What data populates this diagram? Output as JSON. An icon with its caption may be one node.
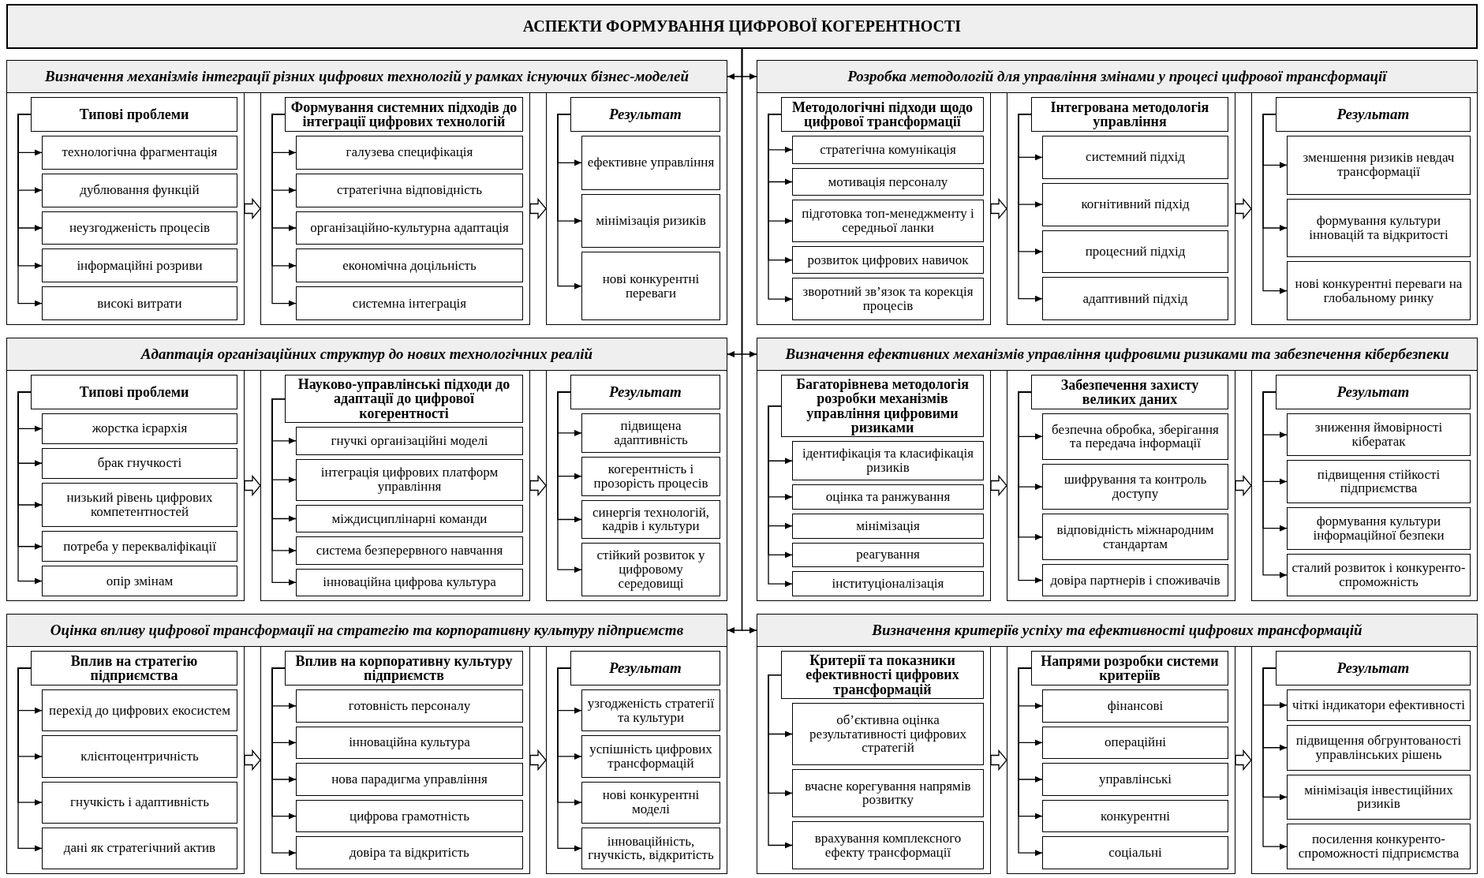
{
  "diagram": {
    "nodes": [
      {
        "text": [
          "АСПЕКТИ ФОРМУВАННЯ ЦИФРОВОЇ КОГЕРЕНТНОСТІ"
        ]
      },
      {
        "text": [
          "Визначення механізмів інтеграції різних цифрових технологій у рамках існуючих бізнес-моделей"
        ]
      },
      {
        "text": [],
        "shape": "box"
      },
      {
        "text": [
          "Типові проблеми"
        ],
        "in": 2
      },
      {
        "text": [
          "технологічна фрагментація"
        ],
        "in": 2
      },
      {
        "text": [
          "дублювання функцій"
        ],
        "in": 2
      },
      {
        "text": [
          "неузгодженість процесів"
        ],
        "in": 2
      },
      {
        "text": [
          "інформаційні розриви"
        ],
        "in": 2
      },
      {
        "text": [
          "високі витрати"
        ],
        "in": 2
      },
      {
        "text": [],
        "shape": "box"
      },
      {
        "text": [
          "Формування системних підходів до інтеграції цифрових технологій"
        ],
        "in": 9
      },
      {
        "text": [
          "галузева специфікація"
        ],
        "in": 9
      },
      {
        "text": [
          "стратегічна відповідність"
        ],
        "in": 9
      },
      {
        "text": [
          "організаційно-культурна адаптація"
        ],
        "in": 9
      },
      {
        "text": [
          "економічна доцільність"
        ],
        "in": 9
      },
      {
        "text": [
          "системна інтеграція"
        ],
        "in": 9
      },
      {
        "text": [],
        "shape": "box"
      },
      {
        "text": [
          "Результат"
        ],
        "in": 16
      },
      {
        "text": [
          "ефективне управління"
        ],
        "in": 16
      },
      {
        "text": [
          "мінімізація ризиків"
        ],
        "in": 16
      },
      {
        "text": [
          "нові конкурентні переваги"
        ],
        "in": 16
      },
      {
        "text": [
          "Розробка методологій для управління змінами у процесі цифрової трансформації"
        ]
      },
      {
        "text": [],
        "shape": "box"
      },
      {
        "text": [
          "Методологічні підходи щодо цифрової трансформації"
        ],
        "in": 22
      },
      {
        "text": [
          "стратегічна комунікація"
        ],
        "in": 22
      },
      {
        "text": [
          "мотивація персоналу"
        ],
        "in": 22
      },
      {
        "text": [
          "підготовка топ-менеджменту і середньої ланки"
        ],
        "in": 22
      },
      {
        "text": [
          "розвиток цифрових навичок"
        ],
        "in": 22
      },
      {
        "text": [
          "зворотний зв’язок та корекція процесів"
        ],
        "in": 22
      },
      {
        "text": [],
        "shape": "box"
      },
      {
        "text": [
          "Інтегрована методологія управління"
        ],
        "in": 29
      },
      {
        "text": [
          "системний підхід"
        ],
        "in": 29
      },
      {
        "text": [
          "когнітивний підхід"
        ],
        "in": 29
      },
      {
        "text": [
          "процесний підхід"
        ],
        "in": 29
      },
      {
        "text": [
          "адаптивний підхід"
        ],
        "in": 29
      },
      {
        "text": [],
        "shape": "box"
      },
      {
        "text": [
          "Результат"
        ],
        "in": 35
      },
      {
        "text": [
          "зменшення ризиків невдач трансформації"
        ],
        "in": 35
      },
      {
        "text": [
          "формування культури інновацій та відкритості"
        ],
        "in": 35
      },
      {
        "text": [
          "нові конкурентні переваги на глобальному ринку"
        ],
        "in": 35
      },
      {
        "text": [
          "Адаптація організаційних структур до нових технологічних реалій"
        ]
      },
      {
        "text": [],
        "shape": "box"
      },
      {
        "text": [
          "Типові проблеми"
        ],
        "in": 41
      },
      {
        "text": [
          "жорстка ієрархія"
        ],
        "in": 41
      },
      {
        "text": [
          "брак гнучкості"
        ],
        "in": 41
      },
      {
        "text": [
          "низький рівень цифрових компетентностей"
        ],
        "in": 41
      },
      {
        "text": [
          "потреба у перекваліфікації"
        ],
        "in": 41
      },
      {
        "text": [
          "опір змінам"
        ],
        "in": 41
      },
      {
        "text": [],
        "shape": "box"
      },
      {
        "text": [
          "Науково-управлінські підходи до адаптації до цифрової когерентності"
        ],
        "in": 48
      },
      {
        "text": [
          "гнучкі організаційні моделі"
        ],
        "in": 48
      },
      {
        "text": [
          "інтеграція цифрових платформ управління"
        ],
        "in": 48
      },
      {
        "text": [
          "міждисциплінарні команди"
        ],
        "in": 48
      },
      {
        "text": [
          "система безперервного навчання"
        ],
        "in": 48
      },
      {
        "text": [
          "інноваційна цифрова культура"
        ],
        "in": 48
      },
      {
        "text": [],
        "shape": "box"
      },
      {
        "text": [
          "Результат"
        ],
        "in": 55
      },
      {
        "text": [
          "підвищена адаптивність"
        ],
        "in": 55
      },
      {
        "text": [
          "когерентність і прозорість процесів"
        ],
        "in": 55
      },
      {
        "text": [
          "синергія технологій, кадрів і культури"
        ],
        "in": 55
      },
      {
        "text": [
          "стійкий розвиток у цифровому середовищі"
        ],
        "in": 55
      },
      {
        "text": [
          "Визначення ефективних механізмів управління цифровими ризиками та забезпечення кібербезпеки"
        ]
      },
      {
        "text": [],
        "shape": "box"
      },
      {
        "text": [
          "Багаторівнева методологія розробки механізмів управління цифровими ризиками"
        ],
        "in": 62
      },
      {
        "text": [
          "ідентифікація та класифікація ризиків"
        ],
        "in": 62
      },
      {
        "text": [
          "оцінка та ранжування"
        ],
        "in": 62
      },
      {
        "text": [
          "мінімізація"
        ],
        "in": 62
      },
      {
        "text": [
          "реагування"
        ],
        "in": 62
      },
      {
        "text": [
          "інституціоналізація"
        ],
        "in": 62
      },
      {
        "text": [],
        "shape": "box"
      },
      {
        "text": [
          "Забезпечення захисту великих даних"
        ],
        "in": 69
      },
      {
        "text": [
          "безпечна обробка, зберігання та передача інформації"
        ],
        "in": 69
      },
      {
        "text": [
          "шифрування та контроль доступу"
        ],
        "in": 69
      },
      {
        "text": [
          "відповідність міжнародним стандартам"
        ],
        "in": 69
      },
      {
        "text": [
          "довіра партнерів і споживачів"
        ],
        "in": 69
      },
      {
        "text": [],
        "shape": "box"
      },
      {
        "text": [
          "Результат"
        ],
        "in": 75
      },
      {
        "text": [
          "зниження ймовірності кібератак"
        ],
        "in": 75
      },
      {
        "text": [
          "підвищення стійкості підприємства"
        ],
        "in": 75
      },
      {
        "text": [
          "формування культури інформаційної безпеки"
        ],
        "in": 75
      },
      {
        "text": [
          "сталий розвиток і конкуренто-спроможність"
        ],
        "in": 75
      },
      {
        "text": [
          "Оцінка впливу цифрової трансформації на стратегію та корпоративну культуру підприємств"
        ]
      },
      {
        "text": [],
        "shape": "box"
      },
      {
        "text": [
          "Вплив на стратегію підприємства"
        ],
        "in": 82
      },
      {
        "text": [
          "перехід до цифрових екосистем"
        ],
        "in": 82
      },
      {
        "text": [
          "клієнтоцентричність"
        ],
        "in": 82
      },
      {
        "text": [
          "гнучкість і адаптивність"
        ],
        "in": 82
      },
      {
        "text": [
          "дані як стратегічний актив"
        ],
        "in": 82
      },
      {
        "text": [],
        "shape": "box"
      },
      {
        "text": [
          "Вплив на корпоративну культуру підприємств"
        ],
        "in": 88
      },
      {
        "text": [
          "готовність персоналу"
        ],
        "in": 88
      },
      {
        "text": [
          "інноваційна культура"
        ],
        "in": 88
      },
      {
        "text": [
          "нова парадигма управління"
        ],
        "in": 88
      },
      {
        "text": [
          "цифрова грамотність"
        ],
        "in": 88
      },
      {
        "text": [
          "довіра та відкритість"
        ],
        "in": 88
      },
      {
        "text": [],
        "shape": "box"
      },
      {
        "text": [
          "Результат"
        ],
        "in": 95
      },
      {
        "text": [
          "узгодженість стратегії та культури"
        ],
        "in": 95
      },
      {
        "text": [
          "успішність цифрових трансформацій"
        ],
        "in": 95
      },
      {
        "text": [
          "нові конкурентні моделі"
        ],
        "in": 95
      },
      {
        "text": [
          "інноваційність, гнучкість, відкритість"
        ],
        "in": 95
      },
      {
        "text": [
          "Визначення критеріїв успіху та ефективності цифрових трансформацій"
        ]
      },
      {
        "text": [],
        "shape": "box"
      },
      {
        "text": [
          "Критерії та показники ефективності цифрових трансформацій"
        ],
        "in": 102
      },
      {
        "text": [
          "об’єктивна оцінка результативності цифрових стратегій"
        ],
        "in": 102
      },
      {
        "text": [
          "вчасне корегування напрямів розвитку"
        ],
        "in": 102
      },
      {
        "text": [
          "врахування комплексного ефекту трансформації"
        ],
        "in": 102
      },
      {
        "text": [],
        "shape": "box"
      },
      {
        "text": [
          "Напрями розробки системи критеріїв"
        ],
        "in": 107
      },
      {
        "text": [
          "фінансові"
        ],
        "in": 107
      },
      {
        "text": [
          "операційні"
        ],
        "in": 107
      },
      {
        "text": [
          "управлінські"
        ],
        "in": 107
      },
      {
        "text": [
          "конкурентні"
        ],
        "in": 107
      },
      {
        "text": [
          "соціальні"
        ],
        "in": 107
      },
      {
        "text": [],
        "shape": "box"
      },
      {
        "text": [
          "Результат"
        ],
        "in": 114
      },
      {
        "text": [
          "чіткі індикатори ефективності"
        ],
        "in": 114
      },
      {
        "text": [
          "підвищення обгрунтованості управлінських рішень"
        ],
        "in": 114
      },
      {
        "text": [
          "мінімізація інвестиційних ризиків"
        ],
        "in": 114
      },
      {
        "text": [
          "посилення конкуренто-спроможності підприємства"
        ],
        "in": 114
      }
    ],
    "edges": [
      {
        "from": 0,
        "to": 1,
        "arrow": "to"
      },
      {
        "from": 0,
        "to": 21,
        "arrow": "to"
      },
      {
        "from": 0,
        "to": 40,
        "arrow": "to"
      },
      {
        "from": 0,
        "to": 61,
        "arrow": "to"
      },
      {
        "from": 0,
        "to": 81,
        "arrow": "to"
      },
      {
        "from": 0,
        "to": 101,
        "arrow": "to"
      },
      {
        "from": 2,
        "to": 9,
        "arrow": "to",
        "style": "thick"
      },
      {
        "from": 9,
        "to": 16,
        "arrow": "to",
        "style": "thick"
      },
      {
        "from": 22,
        "to": 29,
        "arrow": "to",
        "style": "thick"
      },
      {
        "from": 29,
        "to": 35,
        "arrow": "to",
        "style": "thick"
      },
      {
        "from": 41,
        "to": 48,
        "arrow": "to",
        "style": "thick"
      },
      {
        "from": 48,
        "to": 55,
        "arrow": "to",
        "style": "thick"
      },
      {
        "from": 62,
        "to": 69,
        "arrow": "to",
        "style": "thick"
      },
      {
        "from": 69,
        "to": 75,
        "arrow": "to",
        "style": "thick"
      },
      {
        "from": 82,
        "to": 88,
        "arrow": "to",
        "style": "thick"
      },
      {
        "from": 88,
        "to": 95,
        "arrow": "to",
        "style": "thick"
      },
      {
        "from": 102,
        "to": 107,
        "arrow": "to",
        "style": "thick"
      },
      {
        "from": 107,
        "to": 114,
        "arrow": "to",
        "style": "thick"
      },
      {
        "from": 3,
        "to": 4,
        "arrow": "to"
      },
      {
        "from": 3,
        "to": 5,
        "arrow": "to"
      },
      {
        "from": 3,
        "to": 6,
        "arrow": "to"
      },
      {
        "from": 3,
        "to": 7,
        "arrow": "to"
      },
      {
        "from": 3,
        "to": 8,
        "arrow": "to"
      },
      {
        "from": 10,
        "to": 11,
        "arrow": "to"
      },
      {
        "from": 10,
        "to": 12,
        "arrow": "to"
      },
      {
        "from": 10,
        "to": 13,
        "arrow": "to"
      },
      {
        "from": 10,
        "to": 14,
        "arrow": "to"
      },
      {
        "from": 10,
        "to": 15,
        "arrow": "to"
      },
      {
        "from": 17,
        "to": 18,
        "arrow": "to"
      },
      {
        "from": 17,
        "to": 19,
        "arrow": "to"
      },
      {
        "from": 17,
        "to": 20,
        "arrow": "to"
      },
      {
        "from": 23,
        "to": 24,
        "arrow": "to"
      },
      {
        "from": 23,
        "to": 25,
        "arrow": "to"
      },
      {
        "from": 23,
        "to": 26,
        "arrow": "to"
      },
      {
        "from": 23,
        "to": 27,
        "arrow": "to"
      },
      {
        "from": 23,
        "to": 28,
        "arrow": "to"
      },
      {
        "from": 30,
        "to": 31,
        "arrow": "to"
      },
      {
        "from": 30,
        "to": 32,
        "arrow": "to"
      },
      {
        "from": 30,
        "to": 33,
        "arrow": "to"
      },
      {
        "from": 30,
        "to": 34,
        "arrow": "to"
      },
      {
        "from": 36,
        "to": 37,
        "arrow": "to"
      },
      {
        "from": 36,
        "to": 38,
        "arrow": "to"
      },
      {
        "from": 36,
        "to": 39,
        "arrow": "to"
      },
      {
        "from": 42,
        "to": 43,
        "arrow": "to"
      },
      {
        "from": 42,
        "to": 44,
        "arrow": "to"
      },
      {
        "from": 42,
        "to": 45,
        "arrow": "to"
      },
      {
        "from": 42,
        "to": 46,
        "arrow": "to"
      },
      {
        "from": 42,
        "to": 47,
        "arrow": "to"
      },
      {
        "from": 49,
        "to": 50,
        "arrow": "to"
      },
      {
        "from": 49,
        "to": 51,
        "arrow": "to"
      },
      {
        "from": 49,
        "to": 52,
        "arrow": "to"
      },
      {
        "from": 49,
        "to": 53,
        "arrow": "to"
      },
      {
        "from": 49,
        "to": 54,
        "arrow": "to"
      },
      {
        "from": 56,
        "to": 57,
        "arrow": "to"
      },
      {
        "from": 56,
        "to": 58,
        "arrow": "to"
      },
      {
        "from": 56,
        "to": 59,
        "arrow": "to"
      },
      {
        "from": 56,
        "to": 60,
        "arrow": "to"
      },
      {
        "from": 63,
        "to": 64,
        "arrow": "to"
      },
      {
        "from": 63,
        "to": 65,
        "arrow": "to"
      },
      {
        "from": 63,
        "to": 66,
        "arrow": "to"
      },
      {
        "from": 63,
        "to": 67,
        "arrow": "to"
      },
      {
        "from": 63,
        "to": 68,
        "arrow": "to"
      },
      {
        "from": 70,
        "to": 71,
        "arrow": "to"
      },
      {
        "from": 70,
        "to": 72,
        "arrow": "to"
      },
      {
        "from": 70,
        "to": 73,
        "arrow": "to"
      },
      {
        "from": 70,
        "to": 74,
        "arrow": "to"
      },
      {
        "from": 76,
        "to": 77,
        "arrow": "to"
      },
      {
        "from": 76,
        "to": 78,
        "arrow": "to"
      },
      {
        "from": 76,
        "to": 79,
        "arrow": "to"
      },
      {
        "from": 76,
        "to": 80,
        "arrow": "to"
      },
      {
        "from": 83,
        "to": 84,
        "arrow": "to"
      },
      {
        "from": 83,
        "to": 85,
        "arrow": "to"
      },
      {
        "from": 83,
        "to": 86,
        "arrow": "to"
      },
      {
        "from": 83,
        "to": 87,
        "arrow": "to"
      },
      {
        "from": 89,
        "to": 90,
        "arrow": "to"
      },
      {
        "from": 89,
        "to": 91,
        "arrow": "to"
      },
      {
        "from": 89,
        "to": 92,
        "arrow": "to"
      },
      {
        "from": 89,
        "to": 93,
        "arrow": "to"
      },
      {
        "from": 89,
        "to": 94,
        "arrow": "to"
      },
      {
        "from": 96,
        "to": 97,
        "arrow": "to"
      },
      {
        "from": 96,
        "to": 98,
        "arrow": "to"
      },
      {
        "from": 96,
        "to": 99,
        "arrow": "to"
      },
      {
        "from": 96,
        "to": 100,
        "arrow": "to"
      },
      {
        "from": 103,
        "to": 104,
        "arrow": "to"
      },
      {
        "from": 103,
        "to": 105,
        "arrow": "to"
      },
      {
        "from": 103,
        "to": 106,
        "arrow": "to"
      },
      {
        "from": 108,
        "to": 109,
        "arrow": "to"
      },
      {
        "from": 108,
        "to": 110,
        "arrow": "to"
      },
      {
        "from": 108,
        "to": 111,
        "arrow": "to"
      },
      {
        "from": 108,
        "to": 112,
        "arrow": "to"
      },
      {
        "from": 108,
        "to": 113,
        "arrow": "to"
      },
      {
        "from": 115,
        "to": 116,
        "arrow": "to"
      },
      {
        "from": 115,
        "to": 117,
        "arrow": "to"
      },
      {
        "from": 115,
        "to": 118,
        "arrow": "to"
      },
      {
        "from": 115,
        "to": 119,
        "arrow": "to"
      }
    ]
  }
}
